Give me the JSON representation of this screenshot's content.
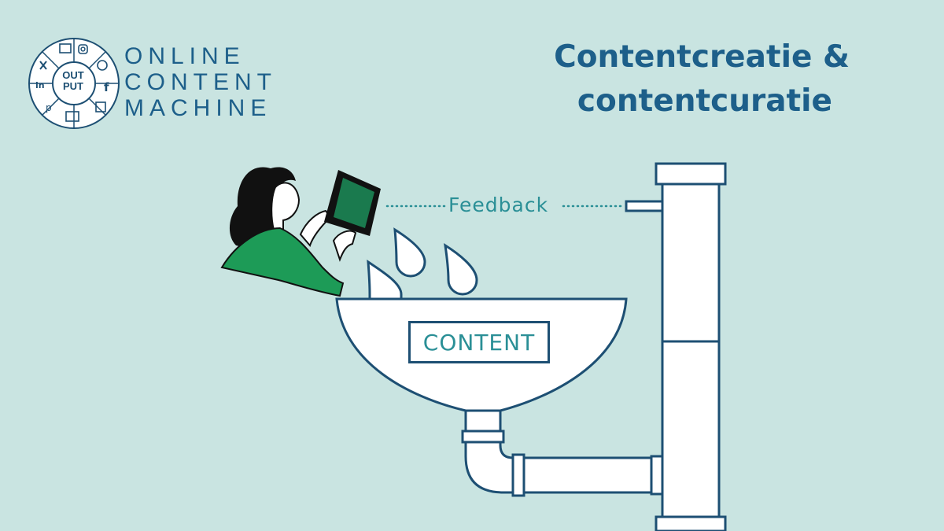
{
  "brand": {
    "lines": [
      "ONLINE",
      "CONTENT",
      "MACHINE"
    ],
    "logo_center": [
      "OUT",
      "PUT"
    ],
    "logo_icons": [
      "x-icon",
      "news-icon",
      "instagram-icon",
      "podcast-icon",
      "facebook-icon",
      "chart-icon",
      "website-icon",
      "pinterest-icon",
      "linkedin-icon"
    ]
  },
  "title": {
    "line1": "Contentcreatie &",
    "line2": "contentcuratie"
  },
  "diagram": {
    "feedback_label": "Feedback",
    "content_label": "CONTENT"
  },
  "colors": {
    "background": "#c9e4e1",
    "navy": "#1d5f8a",
    "outline": "#1d4f73",
    "teal": "#2a8f96",
    "shirt": "#1d9b57"
  }
}
